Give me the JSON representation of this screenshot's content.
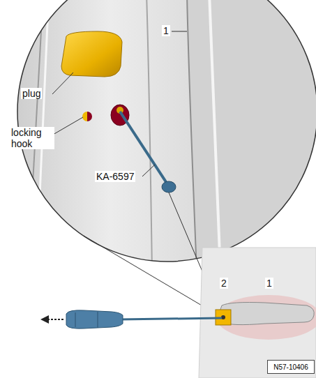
{
  "diagram": {
    "nodes": [
      {
        "text": [
          "N57-10406"
        ]
      }
    ],
    "labels": [
      "1",
      "plug",
      "locking hook",
      "KA-6597",
      "2",
      "1"
    ]
  }
}
